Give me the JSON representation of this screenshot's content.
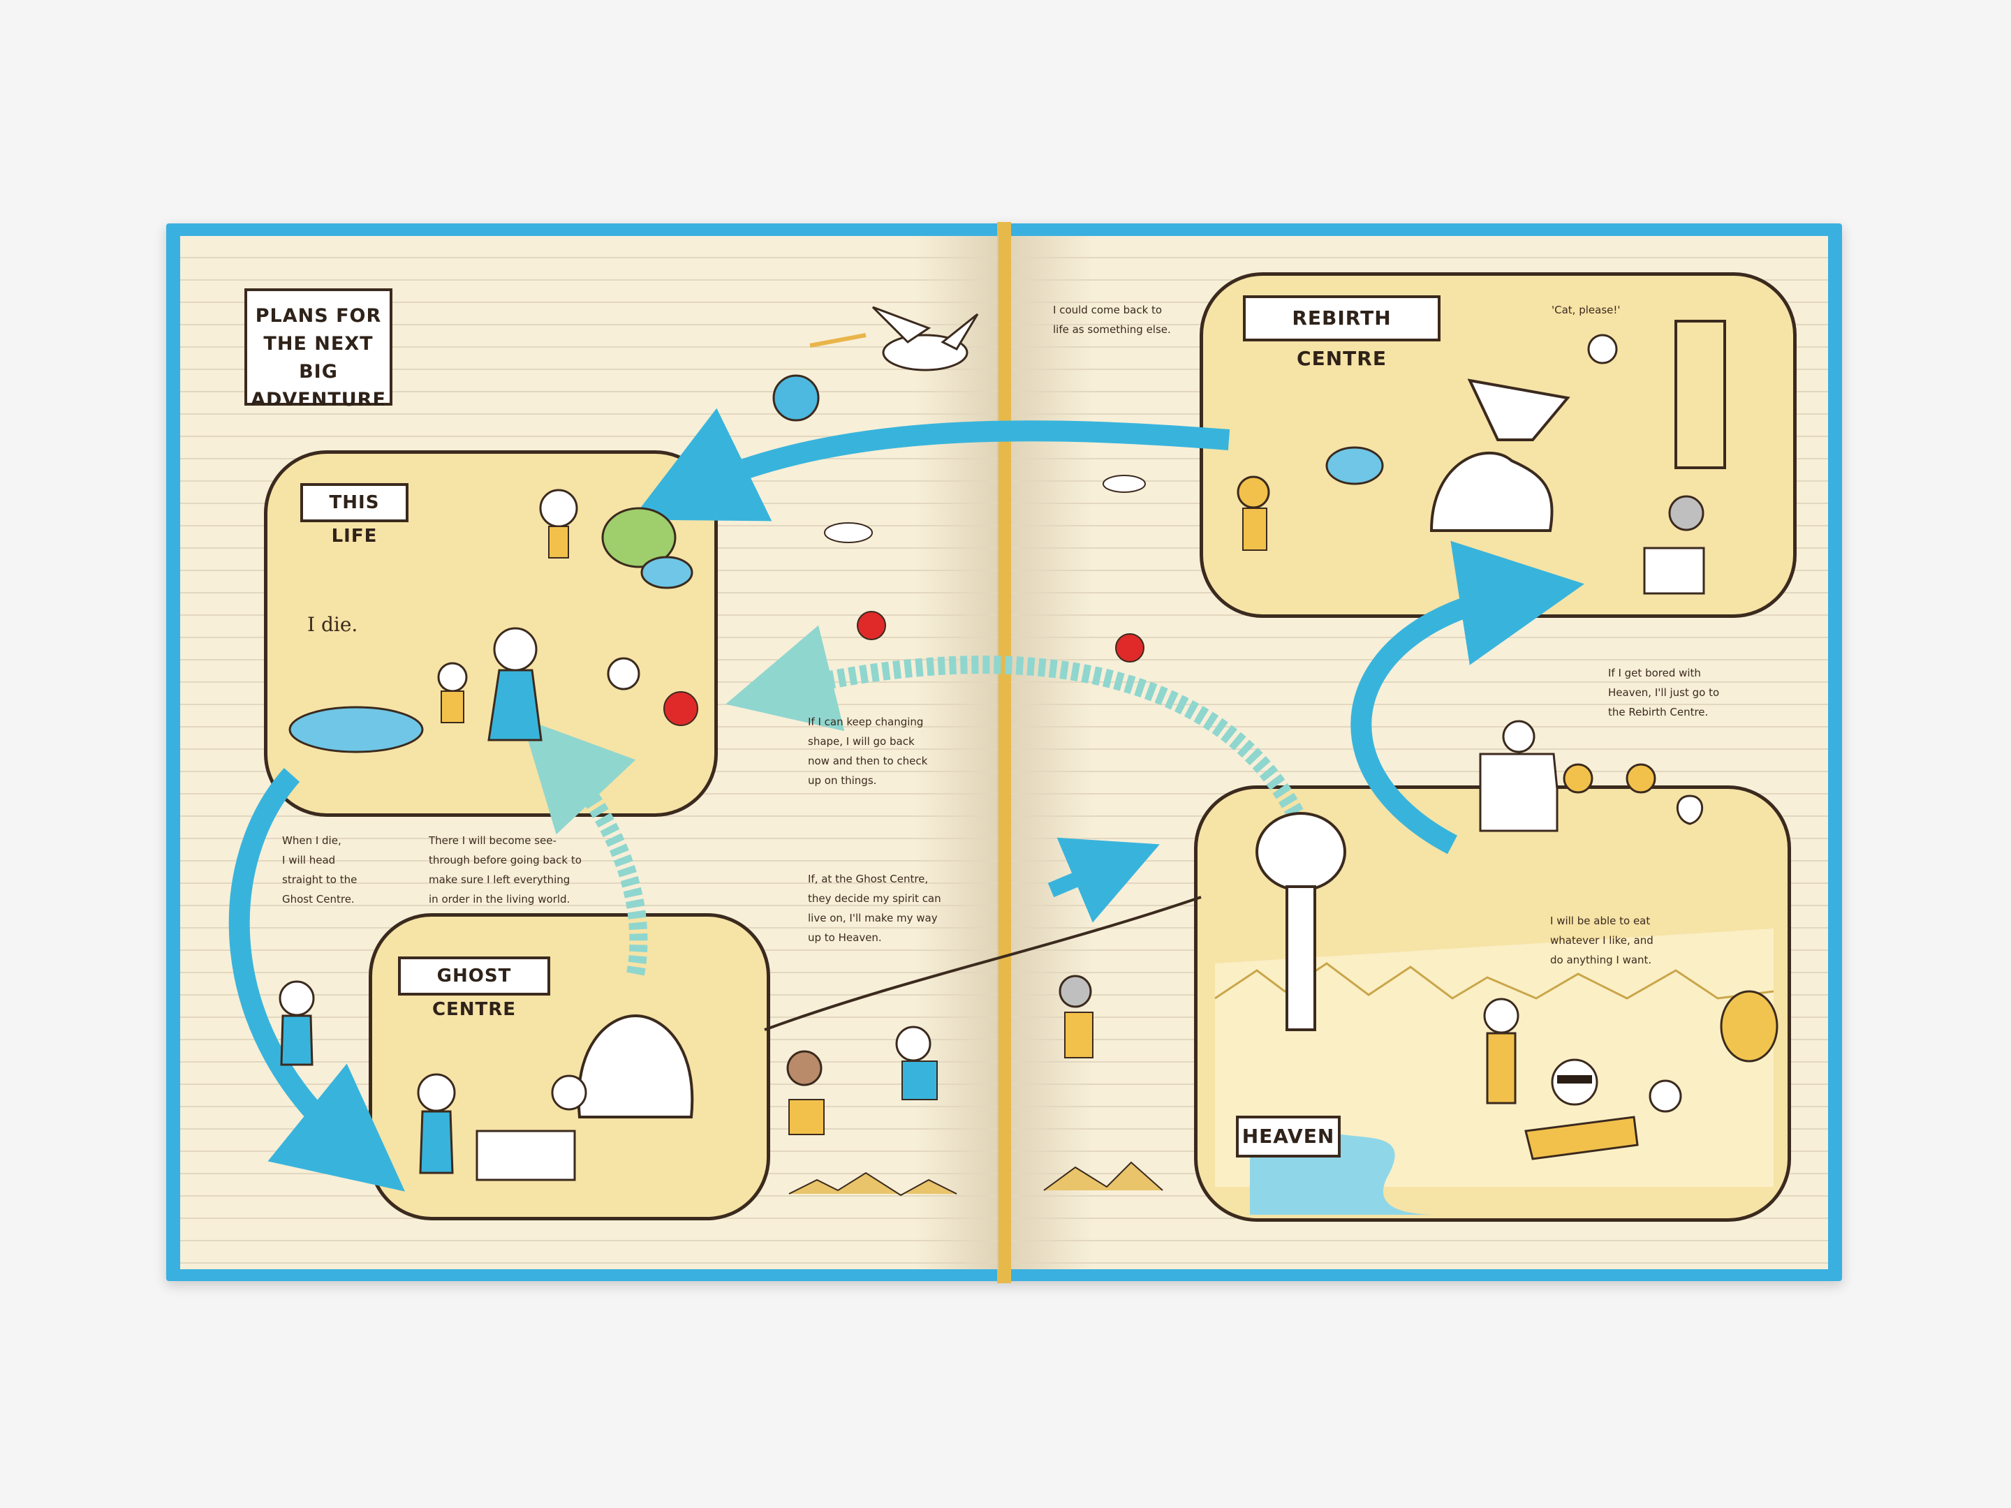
{
  "title_box": {
    "lines": [
      "PLANS FOR",
      "THE NEXT BIG",
      "ADVENTURE"
    ]
  },
  "panels": {
    "this_life": "THIS LIFE",
    "ghost_centre": "GHOST CENTRE",
    "rebirth_centre": "REBIRTH CENTRE",
    "heaven": "HEAVEN"
  },
  "speech": {
    "i_die": "I die.",
    "cat_please": "'Cat, please!'"
  },
  "notes": {
    "when_i_die": "When I die,\nI will head\nstraight to the\nGhost Centre.",
    "see_through": "There I will become see-\nthrough before going back to\nmake sure I left everything\nin order in the living world.",
    "keep_changing": "If I can keep changing\nshape, I will go back\nnow and then to check\nup on things.",
    "ghost_centre_decide": "If, at the Ghost Centre,\nthey decide my spirit can\nlive on, I'll make my way\nup to Heaven.",
    "come_back": "I could come back to\nlife as something else.",
    "bored_heaven": "If I get bored with\nHeaven, I'll just go to\nthe Rebirth Centre.",
    "eat_whatever": "I will be able to eat\nwhatever I like, and\ndo anything I want."
  },
  "colors": {
    "book_cover": "#3ab0e0",
    "paper": "#f7efd8",
    "panel_fill": "#f6e3a6",
    "arrow_blue": "#38b4dc",
    "ink": "#3b2a1e",
    "apple_red": "#e02a2a"
  }
}
